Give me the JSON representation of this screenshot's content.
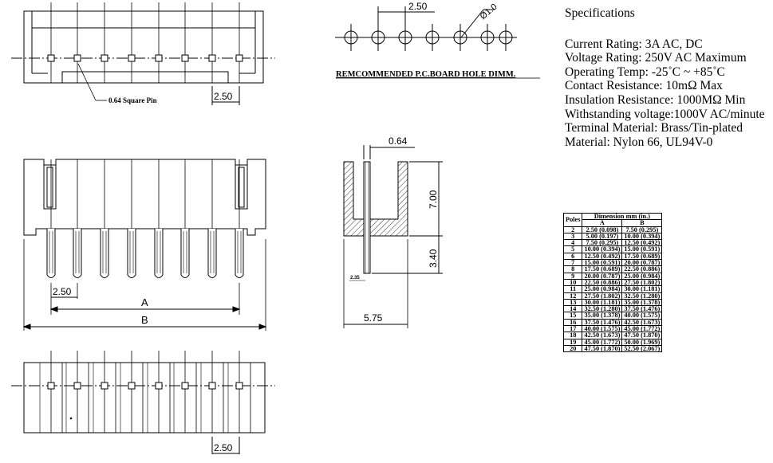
{
  "drawing": {
    "dimensions": {
      "pitch": "2.50",
      "hole_dia": "Ø1.0",
      "pin_thickness": "0.64",
      "height_above": "7.00",
      "height_below": "3.40",
      "body_depth": "5.75",
      "small_dim": "2.35",
      "dim_a": "A",
      "dim_b": "B"
    },
    "labels": {
      "square_pin": "0.64 Square Pin",
      "pcb_hole_caption": "REMCOMMENDED P.C.BOARD HOLE DIMM."
    }
  },
  "specs": {
    "title": "Specifications",
    "lines": [
      "Current Rating: 3A AC, DC",
      "Voltage Rating: 250V AC Maximum",
      "Operating Temp: -25˚C ~ +85˚C",
      "Contact Resistance: 10mΩ  Max",
      "Insulation Resistance: 1000MΩ  Min",
      "Withstanding voltage:1000V AC/minute",
      "Terminal Material: Brass/Tin-plated",
      "Material: Nylon 66, UL94V-0"
    ]
  },
  "table": {
    "header_poles": "Poles",
    "header_dim": "Dimension mm (in.)",
    "header_a": "A",
    "header_b": "B",
    "rows": [
      [
        "2",
        "2.50 (0.098)",
        "7.50 (0.295)"
      ],
      [
        "3",
        "5.00 (0.197)",
        "10.00 (0.394)"
      ],
      [
        "4",
        "7.50 (0.295)",
        "12.50 (0.492)"
      ],
      [
        "5",
        "10.00 (0.394)",
        "15.00 (0.591)"
      ],
      [
        "6",
        "12.50 (0.492)",
        "17.50 (0.689)"
      ],
      [
        "7",
        "15.00 (0.591)",
        "20.00 (0.787)"
      ],
      [
        "8",
        "17.50 (0.689)",
        "22.50 (0.886)"
      ],
      [
        "9",
        "20.00 (0.787)",
        "25.00 (0.984)"
      ],
      [
        "10",
        "22.50 (0.886)",
        "27.50 (1.802)"
      ],
      [
        "11",
        "25.00 (0.984)",
        "30.00 (1.181)"
      ],
      [
        "12",
        "27.50 (1.802)",
        "32.50 (1.280)"
      ],
      [
        "13",
        "30.00 (1.181)",
        "35.00 (1.378)"
      ],
      [
        "14",
        "32.50 (1.280)",
        "37.50 (1.476)"
      ],
      [
        "15",
        "35.00 (1.378)",
        "40.00 (1.575)"
      ],
      [
        "16",
        "37.50 (1.476)",
        "42.50 (1.673)"
      ],
      [
        "17",
        "40.00 (1.575)",
        "45.00 (1.772)"
      ],
      [
        "18",
        "42.50 (1.673)",
        "47.50 (1.870)"
      ],
      [
        "19",
        "45.00 (1.772)",
        "50.00 (1.969)"
      ],
      [
        "20",
        "47.50 (1.870)",
        "52.50 (2.067)"
      ]
    ]
  }
}
